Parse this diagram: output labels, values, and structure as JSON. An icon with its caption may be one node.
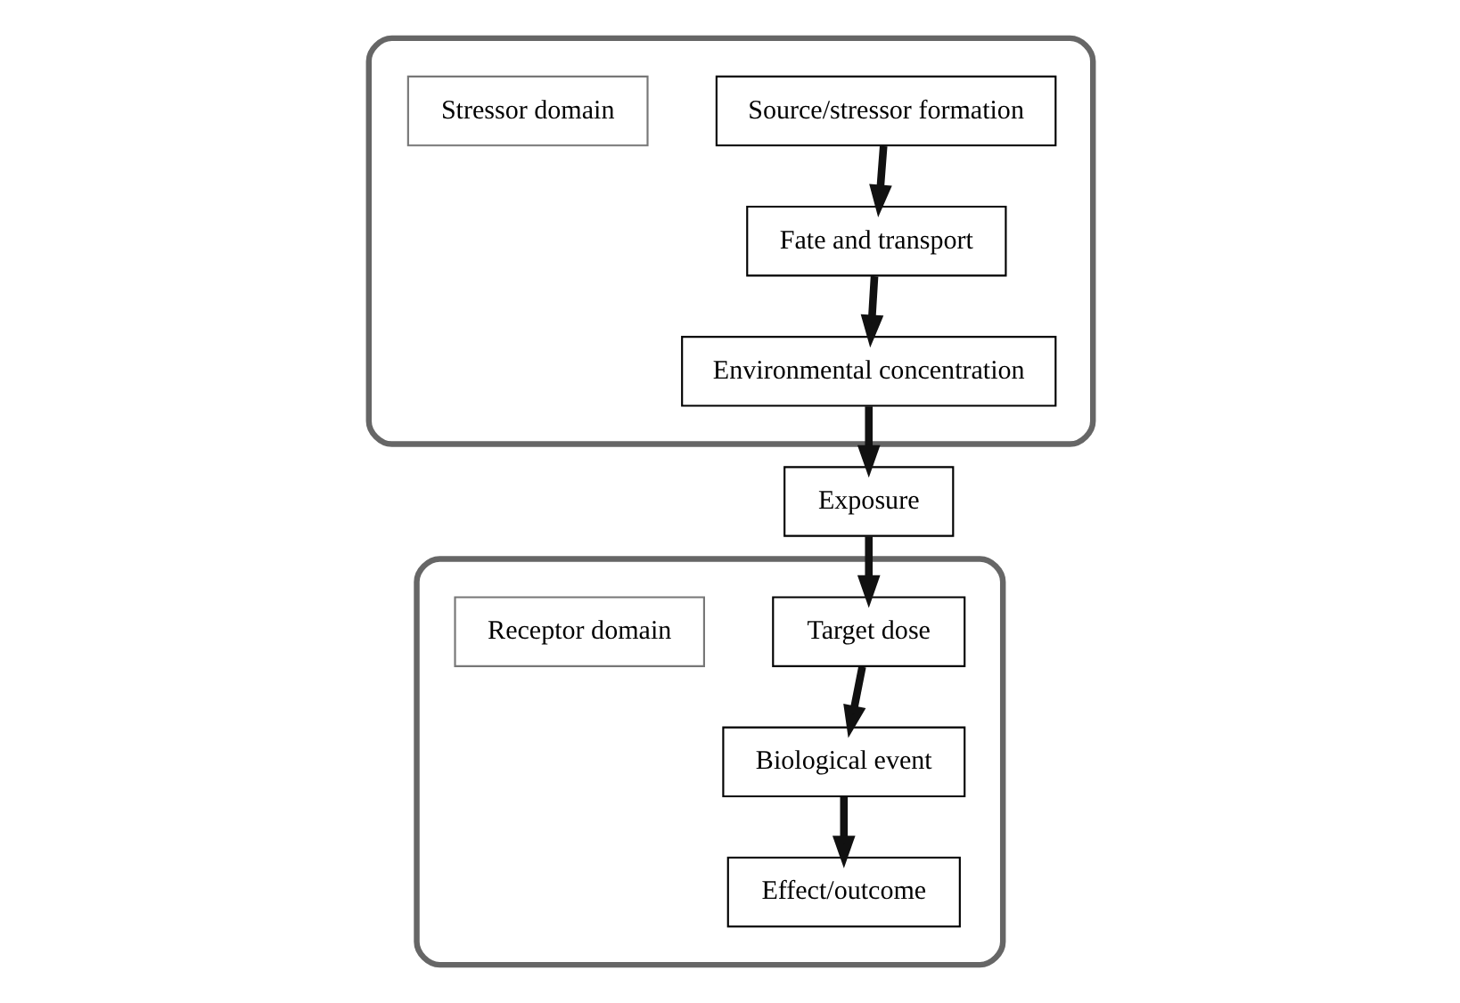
{
  "diagram": {
    "nodes": [
      {
        "text": [],
        "shape": "ellipse"
      },
      {
        "text": [
          "Source/stressor formation"
        ],
        "in": 0
      },
      {
        "text": [
          "Fate and transport"
        ],
        "in": 0
      },
      {
        "text": [
          "Environmental concentration"
        ],
        "in": 0
      },
      {
        "text": [
          "Stressor domain"
        ],
        "in": 0
      },
      {
        "text": [],
        "shape": "ellipse"
      },
      {
        "text": [
          "Effect/outcome"
        ],
        "in": 5
      },
      {
        "text": [
          "Biological event"
        ],
        "in": 5
      },
      {
        "text": [
          "Target dose"
        ],
        "in": 5
      },
      {
        "text": [
          "Receptor domain"
        ],
        "in": 5
      },
      {
        "text": [
          "Exposure"
        ]
      }
    ],
    "edges": [
      {
        "from": 1,
        "to": 2,
        "arrow": "to"
      },
      {
        "from": 2,
        "to": 3,
        "arrow": "to"
      },
      {
        "from": 3,
        "to": 10,
        "arrow": "to"
      },
      {
        "from": 10,
        "to": 8,
        "arrow": "to"
      },
      {
        "from": 8,
        "to": 7,
        "arrow": "to"
      },
      {
        "from": 7,
        "to": 6,
        "arrow": "to"
      }
    ]
  }
}
